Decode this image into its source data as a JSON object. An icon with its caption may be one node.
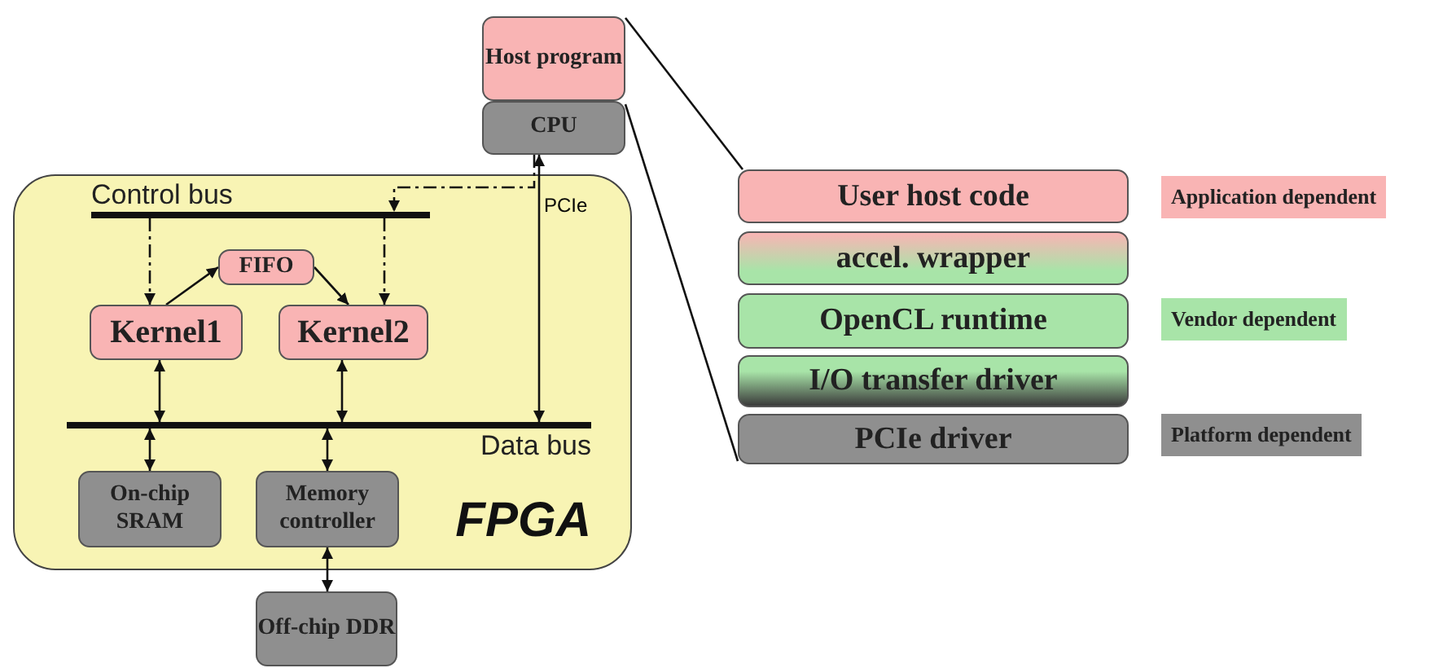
{
  "diagram": {
    "nodes": [
      {
        "text": [
          "Host program"
        ]
      },
      {
        "text": [
          "CPU"
        ]
      },
      {
        "text": [
          "FPGA"
        ]
      },
      {
        "text": [
          "Control bus"
        ],
        "in": 2
      },
      {
        "text": [
          "FIFO"
        ],
        "in": 2
      },
      {
        "text": [
          "Kernel1"
        ],
        "in": 2
      },
      {
        "text": [
          "Kernel2"
        ],
        "in": 2
      },
      {
        "text": [
          "Data bus"
        ],
        "in": 2
      },
      {
        "text": [
          "On-chip SRAM"
        ],
        "in": 2
      },
      {
        "text": [
          "Memory controller"
        ],
        "in": 2
      },
      {
        "text": [
          "Off-chip DDR"
        ]
      },
      {
        "text": [
          "User host code"
        ]
      },
      {
        "text": [
          "accel. wrapper"
        ]
      },
      {
        "text": [
          "OpenCL runtime"
        ]
      },
      {
        "text": [
          "I/O transfer driver"
        ]
      },
      {
        "text": [
          "PCIe driver"
        ]
      }
    ],
    "edges": [
      {
        "from": 1,
        "to": 7,
        "arrow": "both",
        "label": "PCIe"
      },
      {
        "from": 1,
        "to": 3,
        "arrow": "to",
        "style": "dashed"
      },
      {
        "from": 3,
        "to": 5,
        "arrow": "to",
        "style": "dashed"
      },
      {
        "from": 3,
        "to": 6,
        "arrow": "to",
        "style": "dashed"
      },
      {
        "from": 5,
        "to": 4,
        "arrow": "to"
      },
      {
        "from": 4,
        "to": 6,
        "arrow": "to"
      },
      {
        "from": 5,
        "to": 7,
        "arrow": "both"
      },
      {
        "from": 6,
        "to": 7,
        "arrow": "both"
      },
      {
        "from": 7,
        "to": 8,
        "arrow": "both"
      },
      {
        "from": 7,
        "to": 9,
        "arrow": "both"
      },
      {
        "from": 9,
        "to": 10,
        "arrow": "both"
      },
      {
        "from": 0,
        "to": 11,
        "arrow": "none"
      },
      {
        "from": 1,
        "to": 15,
        "arrow": "none"
      }
    ],
    "legend": [
      {
        "text": "Application dependent",
        "color": "#f9b4b4"
      },
      {
        "text": "Vendor dependent",
        "color": "#a8e4a8"
      },
      {
        "text": "Platform dependent",
        "color": "#8f8f8f"
      }
    ]
  }
}
